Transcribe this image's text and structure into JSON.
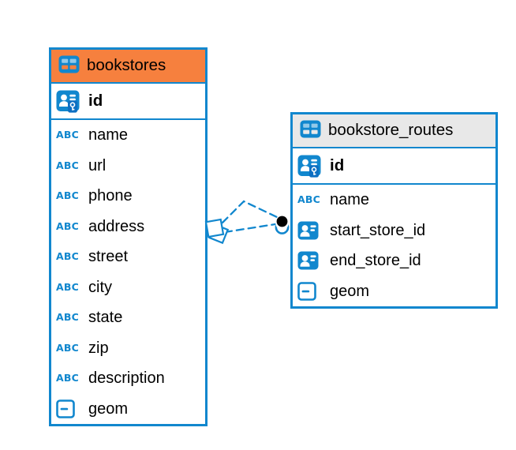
{
  "diagram": {
    "background": "#ffffff",
    "colors": {
      "accent_blue": "#1187ce",
      "bookstores_header": "#f6803e",
      "routes_header": "#e8e8e8",
      "text": "#000000",
      "relationship_dot": "#000000"
    },
    "text_type_glyph": "ABC",
    "tables": [
      {
        "name": "bookstores",
        "header_color": "#f6803e",
        "icon": "table-icon",
        "pk": {
          "label": "id",
          "icon": "primary-key-icon"
        },
        "columns": [
          {
            "label": "name",
            "icon": "text-type-icon"
          },
          {
            "label": "url",
            "icon": "text-type-icon"
          },
          {
            "label": "phone",
            "icon": "text-type-icon"
          },
          {
            "label": "address",
            "icon": "text-type-icon"
          },
          {
            "label": "street",
            "icon": "text-type-icon"
          },
          {
            "label": "city",
            "icon": "text-type-icon"
          },
          {
            "label": "state",
            "icon": "text-type-icon"
          },
          {
            "label": "zip",
            "icon": "text-type-icon"
          },
          {
            "label": "description",
            "icon": "text-type-icon"
          },
          {
            "label": "geom",
            "icon": "object-type-icon"
          }
        ]
      },
      {
        "name": "bookstore_routes",
        "header_color": "#e8e8e8",
        "icon": "table-icon",
        "pk": {
          "label": "id",
          "icon": "primary-key-icon"
        },
        "columns": [
          {
            "label": "name",
            "icon": "text-type-icon"
          },
          {
            "label": "start_store_id",
            "icon": "reference-type-icon"
          },
          {
            "label": "end_store_id",
            "icon": "reference-type-icon"
          },
          {
            "label": "geom",
            "icon": "object-type-icon"
          }
        ]
      }
    ],
    "relationship": {
      "from_table": "bookstores",
      "to_table": "bookstore_routes",
      "line_style": "dashed",
      "from_marker": "diamond",
      "to_marker": "dot",
      "line_count": 2
    }
  }
}
